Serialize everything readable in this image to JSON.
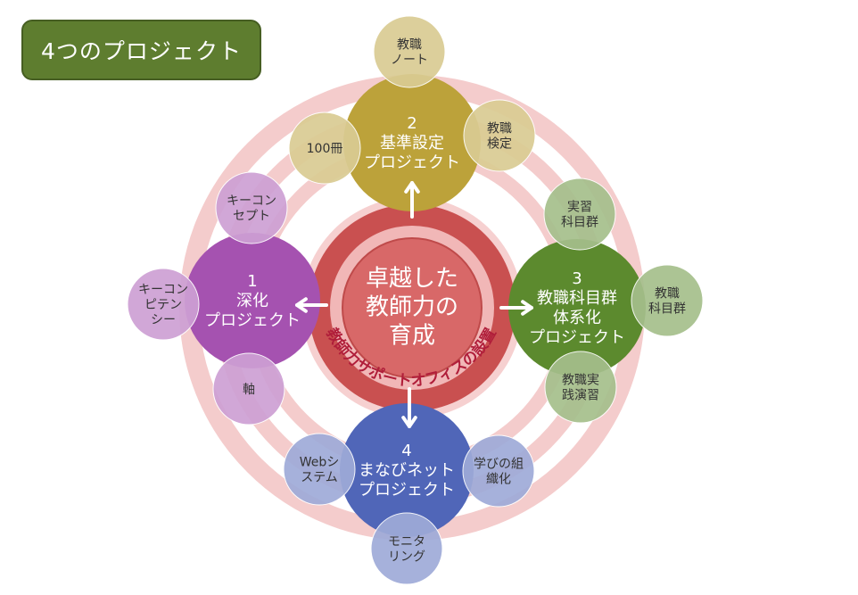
{
  "title": "4つのプロジェクト",
  "center": {
    "lines": [
      "卓越した",
      "教師力の",
      "育成"
    ],
    "ring_text": "教師力サポートオフィスの設置"
  },
  "projects": [
    {
      "number": "1",
      "lines": [
        "深化",
        "プロジェクト"
      ],
      "color": "#a552b0",
      "satellites": [
        {
          "lines": [
            "キーコン",
            "セプト"
          ]
        },
        {
          "lines": [
            "キーコン",
            "ピテン",
            "シー"
          ]
        },
        {
          "lines": [
            "軸"
          ]
        }
      ]
    },
    {
      "number": "2",
      "lines": [
        "基準設定",
        "プロジェクト"
      ],
      "color": "#bca23a",
      "satellites": [
        {
          "lines": [
            "教職",
            "ノート"
          ]
        },
        {
          "lines": [
            "100冊"
          ]
        },
        {
          "lines": [
            "教職",
            "検定"
          ]
        }
      ]
    },
    {
      "number": "3",
      "lines": [
        "教職科目群",
        "体系化",
        "プロジェクト"
      ],
      "color": "#5c8a2e",
      "satellites": [
        {
          "lines": [
            "実習",
            "科目群"
          ]
        },
        {
          "lines": [
            "教職",
            "科目群"
          ]
        },
        {
          "lines": [
            "教職実",
            "践演習"
          ]
        }
      ]
    },
    {
      "number": "4",
      "lines": [
        "まなびネット",
        "プロジェクト"
      ],
      "color": "#5066b8",
      "satellites": [
        {
          "lines": [
            "Webシ",
            "ステム"
          ]
        },
        {
          "lines": [
            "学びの組",
            "織化"
          ]
        },
        {
          "lines": [
            "モニタ",
            "リング"
          ]
        }
      ]
    }
  ],
  "colors": {
    "background_rings": "#f2c3c3",
    "center_outer": "#c95050",
    "center_inner": "#d86868",
    "arrow": "#ffffff",
    "ring_text": "#b01e3a"
  }
}
